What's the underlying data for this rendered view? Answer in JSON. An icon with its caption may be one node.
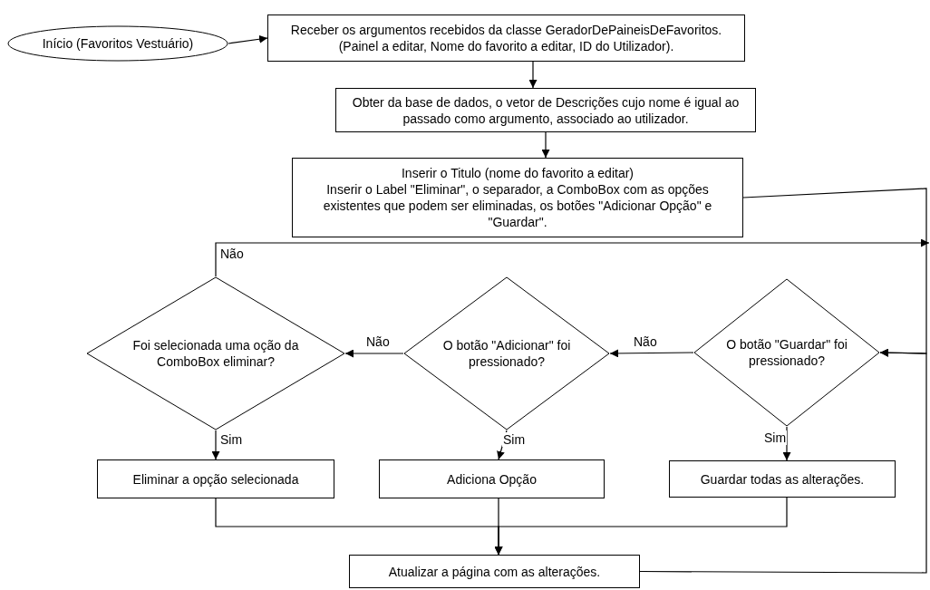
{
  "diagram": {
    "nodes": [
      {
        "text": [
          "Início (Favoritos Vestuário)"
        ]
      },
      {
        "text": [
          "Receber os argumentos recebidos da classe GeradorDePaineisDeFavoritos. (Painel a editar, Nome do favorito a editar, ID do Utilizador)."
        ]
      },
      {
        "text": [
          "Obter da base de dados, o vetor de Descrições cujo nome é igual ao passado como argumento, associado ao utilizador."
        ]
      },
      {
        "text": [
          "Inserir o Titulo (nome do favorito a editar)",
          "Inserir o Label \"Eliminar\", o separador, a ComboBox com as opções existentes que podem ser eliminadas, os botões \"Adicionar Opção\" e \"Guardar\"."
        ]
      },
      {
        "text": [
          "Foi selecionada uma oção da ComboBox eliminar?"
        ]
      },
      {
        "text": [
          "O botão \"Adicionar\" foi pressionado?"
        ]
      },
      {
        "text": [
          "O botão \"Guardar\" foi pressionado?"
        ]
      },
      {
        "text": [
          "Eliminar a opção selecionada"
        ]
      },
      {
        "text": [
          "Adiciona Opção"
        ]
      },
      {
        "text": [
          "Guardar todas as alterações."
        ]
      },
      {
        "text": [
          "Atualizar a página com as alterações."
        ]
      }
    ],
    "edges": [
      {
        "from": 0,
        "to": 1,
        "arrow": "to"
      },
      {
        "from": 1,
        "to": 2,
        "arrow": "to"
      },
      {
        "from": 2,
        "to": 3,
        "arrow": "to"
      },
      {
        "from": 3,
        "to": 6,
        "arrow": "to"
      },
      {
        "from": 6,
        "to": 5,
        "arrow": "to",
        "label": "Não"
      },
      {
        "from": 5,
        "to": 4,
        "arrow": "to",
        "label": "Não"
      },
      {
        "from": 4,
        "to": null,
        "arrow": "to",
        "label": "Não"
      },
      {
        "from": 4,
        "to": 7,
        "arrow": "to",
        "label": "Sim"
      },
      {
        "from": 5,
        "to": 8,
        "arrow": "to",
        "label": "Sim"
      },
      {
        "from": 6,
        "to": 9,
        "arrow": "to",
        "label": "Sim"
      },
      {
        "from": 7,
        "to": 10,
        "arrow": "to"
      },
      {
        "from": 8,
        "to": 10,
        "arrow": "to"
      },
      {
        "from": 9,
        "to": 10,
        "arrow": "to"
      },
      {
        "from": 10,
        "to": 6,
        "arrow": "to"
      }
    ]
  }
}
